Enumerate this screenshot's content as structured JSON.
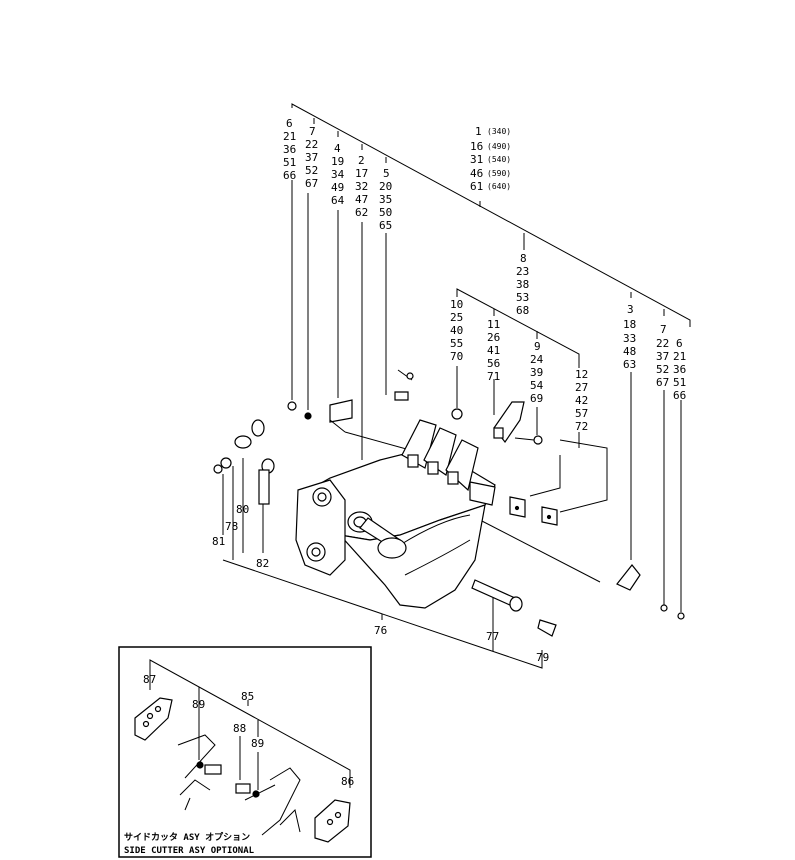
{
  "callouts": {
    "col_6": [
      "6",
      "21",
      "36",
      "51",
      "66"
    ],
    "col_7": [
      "7",
      "22",
      "37",
      "52",
      "67"
    ],
    "col_4": [
      "4",
      "19",
      "34",
      "49",
      "64"
    ],
    "col_2": [
      "2",
      "17",
      "32",
      "47",
      "62"
    ],
    "col_5": [
      "5",
      "20",
      "35",
      "50",
      "65"
    ],
    "col_1": [
      {
        "num": "1",
        "tag": "(340)"
      },
      {
        "num": "16",
        "tag": "(490)"
      },
      {
        "num": "31",
        "tag": "(540)"
      },
      {
        "num": "46",
        "tag": "(590)"
      },
      {
        "num": "61",
        "tag": "(640)"
      }
    ],
    "col_8": [
      "8",
      "23",
      "38",
      "53",
      "68"
    ],
    "col_10": [
      "10",
      "25",
      "40",
      "55",
      "70"
    ],
    "col_11": [
      "11",
      "26",
      "41",
      "56",
      "71"
    ],
    "col_9": [
      "9",
      "24",
      "39",
      "54",
      "69"
    ],
    "col_12": [
      "12",
      "27",
      "42",
      "57",
      "72"
    ],
    "col_3": [
      "3",
      "18",
      "33",
      "48",
      "63"
    ],
    "col_7r": [
      "7",
      "22",
      "37",
      "52",
      "67"
    ],
    "col_6r": [
      "6",
      "21",
      "36",
      "51",
      "66"
    ],
    "single": {
      "n81": "81",
      "n78": "78",
      "n80": "80",
      "n82": "82",
      "n76": "76",
      "n77": "77",
      "n79": "79"
    }
  },
  "inset": {
    "labels": {
      "n87": "87",
      "n89a": "89",
      "n85": "85",
      "n88": "88",
      "n89b": "89",
      "n86": "86"
    },
    "caption_jp": "サイドカッタ ASY オプション",
    "caption_en": "SIDE CUTTER ASY OPTIONAL"
  }
}
